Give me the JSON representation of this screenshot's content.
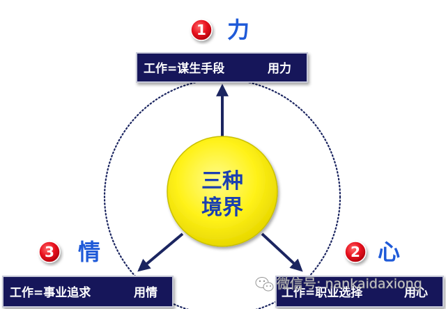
{
  "diagram": {
    "center": {
      "line1": "三种",
      "line2": "境界"
    },
    "top": {
      "number": "1",
      "label": "力",
      "box_text": "工作=谋生手段",
      "box_suffix": "用力"
    },
    "right": {
      "number": "2",
      "label": "心",
      "box_text": "工作=职业选择",
      "box_suffix": "用心"
    },
    "left": {
      "number": "3",
      "label": "情",
      "box_text": "工作=事业追求",
      "box_suffix": "用情"
    }
  },
  "watermark": {
    "text": "微信号: nankaidaxiong"
  },
  "colors": {
    "box_fill": "#12185a",
    "center_fill": "#fff21a",
    "label_blue": "#1f5ad8",
    "badge_red": "#e8121f"
  }
}
